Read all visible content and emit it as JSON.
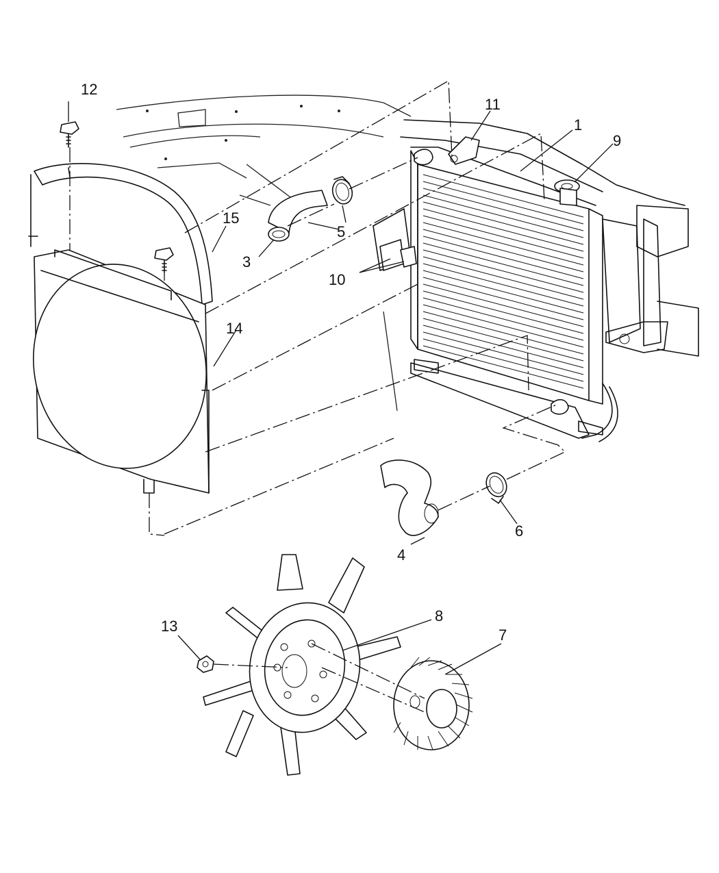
{
  "callouts": {
    "c1": "1",
    "c3": "3",
    "c4": "4",
    "c5": "5",
    "c6": "6",
    "c7": "7",
    "c8": "8",
    "c9": "9",
    "c10": "10",
    "c11": "11",
    "c12": "12",
    "c13": "13",
    "c14": "14",
    "c15": "15"
  }
}
